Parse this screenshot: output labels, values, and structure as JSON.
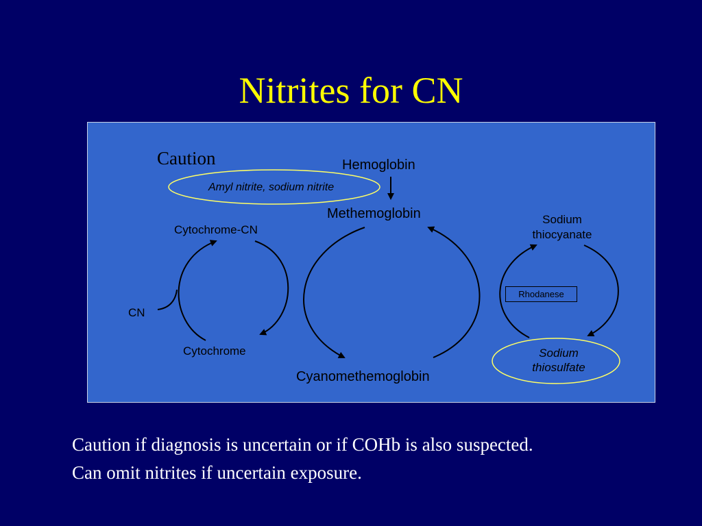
{
  "title": "Nitrites for CN",
  "diagram": {
    "caution": "Caution",
    "hemoglobin": "Hemoglobin",
    "nitrites": "Amyl nitrite, sodium nitrite",
    "methemoglobin": "Methemoglobin",
    "cytochrome_cn": "Cytochrome-CN",
    "cn": "CN",
    "cytochrome": "Cytochrome",
    "cyanomethemoglobin": "Cyanomethemoglobin",
    "sodium_thiocyanate_1": "Sodium",
    "sodium_thiocyanate_2": "thiocyanate",
    "rhodanese": "Rhodanese",
    "sodium_thiosulfate_1": "Sodium",
    "sodium_thiosulfate_2": "thiosulfate"
  },
  "notes": [
    "Caution if diagnosis is uncertain or if COHb is also suspected.",
    "Can omit nitrites if uncertain exposure."
  ],
  "colors": {
    "background": "#000066",
    "panel": "#3366cc",
    "title": "#ffff00",
    "highlight_ellipse": "#ffff66",
    "notes_text": "#ffffff"
  }
}
